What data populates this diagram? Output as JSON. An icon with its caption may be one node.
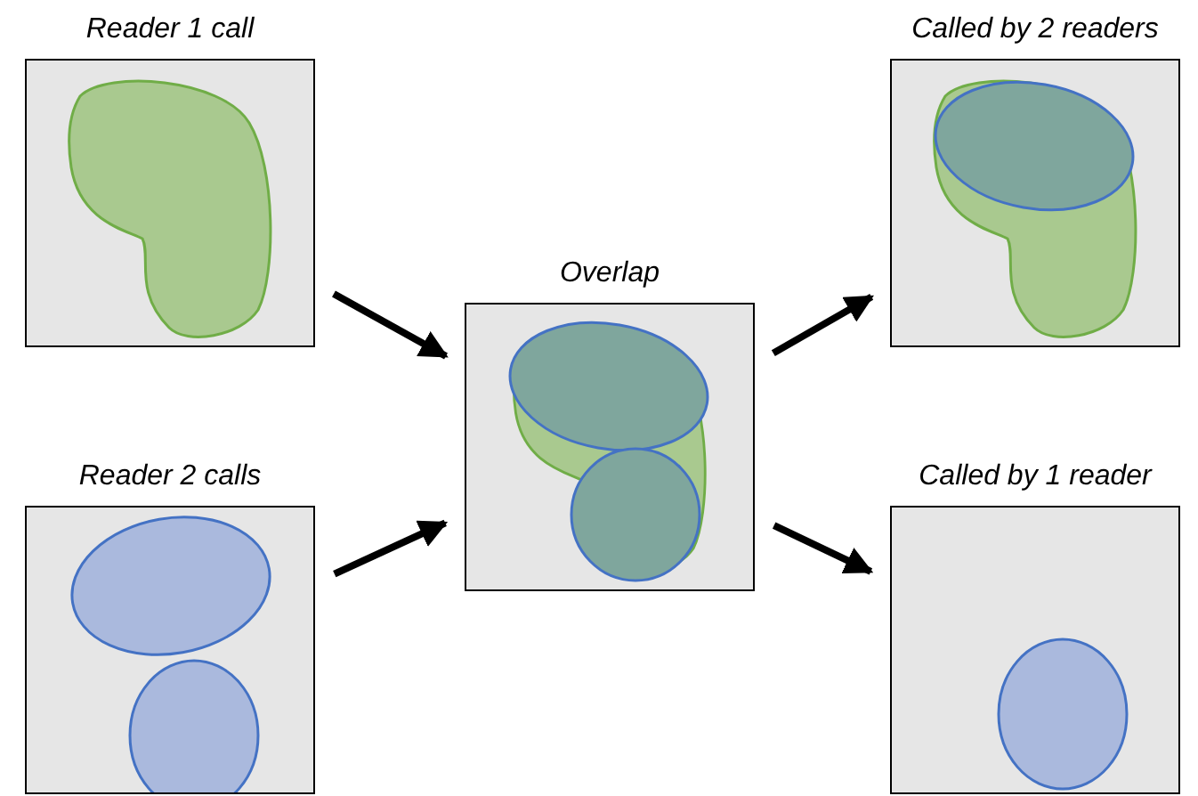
{
  "diagram": {
    "nodes": [
      {
        "text": [
          "Reader 1 call"
        ]
      },
      {
        "text": [
          "Reader 2 calls"
        ]
      },
      {
        "text": [
          "Overlap"
        ]
      },
      {
        "text": [
          "Called by 2 readers"
        ]
      },
      {
        "text": [
          "Called by 1 reader"
        ]
      }
    ],
    "edges": [
      {
        "from": 0,
        "to": 2,
        "arrow": "to"
      },
      {
        "from": 1,
        "to": 2,
        "arrow": "to"
      },
      {
        "from": 2,
        "to": 3,
        "arrow": "to"
      },
      {
        "from": 2,
        "to": 4,
        "arrow": "to"
      }
    ]
  }
}
